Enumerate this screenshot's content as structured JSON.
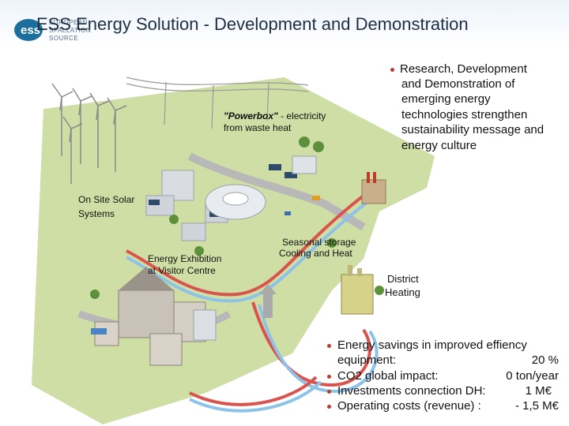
{
  "header": {
    "title": "ESS Energy Solution  -  Development and Demonstration",
    "logo_mark": "ess",
    "logo_small": [
      "EUROPEAN",
      "SPALLATION",
      "SOURCE"
    ]
  },
  "labels": {
    "powerbox_bold": "\"Powerbox\"",
    "powerbox_rest": " - electricity",
    "powerbox_line2": "from waste heat",
    "solar_line1": "On  Site  Solar",
    "solar_line2": "Systems",
    "exhibition_line1": "Energy Exhibition",
    "exhibition_line2": "at Visitor Centre",
    "storage_line1": "Seasonal storage",
    "storage_line2": "Cooling and Heat",
    "district_line1": "District",
    "district_line2": "Heating"
  },
  "research": {
    "lines": [
      "Research, Development",
      "and Demonstration of",
      "emerging energy",
      "technologies strengthen",
      "sustainability message and",
      "energy culture"
    ]
  },
  "savings": {
    "items": [
      {
        "label": "Energy savings in improved effiency",
        "label2": "equipment:",
        "value": "20 %"
      },
      {
        "label": "CO2 global impact:",
        "value": "0 ton/year"
      },
      {
        "label": "Investments connection DH:",
        "value": "1 M€"
      },
      {
        "label": "Operating costs (revenue) :",
        "value": "- 1,5 M€"
      }
    ]
  },
  "colors": {
    "bullet": "#c0392b",
    "hot_pipe": "#d9544f",
    "cold_pipe": "#8ec3e8",
    "ground": "#8fb24a",
    "title": "#1c2f45"
  }
}
